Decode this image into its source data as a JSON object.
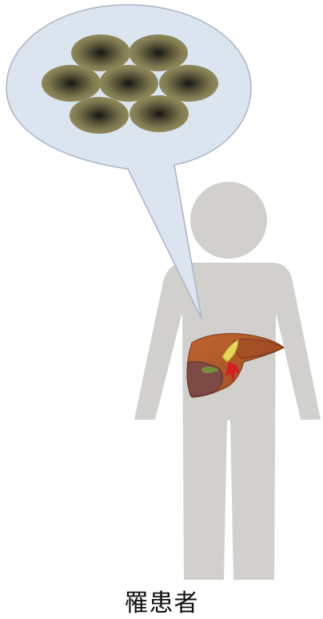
{
  "caption": "罹患者",
  "icons": {
    "speech_bubble": "speech-bubble",
    "cells": "cell-cluster",
    "person": "person-silhouette",
    "liver": "liver"
  },
  "colors": {
    "background": "#ffffff",
    "bubble_fill": "#dbe4ef",
    "bubble_stroke": "#a9b6c6",
    "cell_edge": "#8d8758",
    "cell_center": "#161612",
    "person": "#d1d0cc",
    "liver_main": "#b85a2c",
    "liver_dark": "#7d4a45",
    "gallbladder": "#e7d65a",
    "vessel": "#d41f1f",
    "caption_text": "#111111"
  },
  "cell_count": 7
}
